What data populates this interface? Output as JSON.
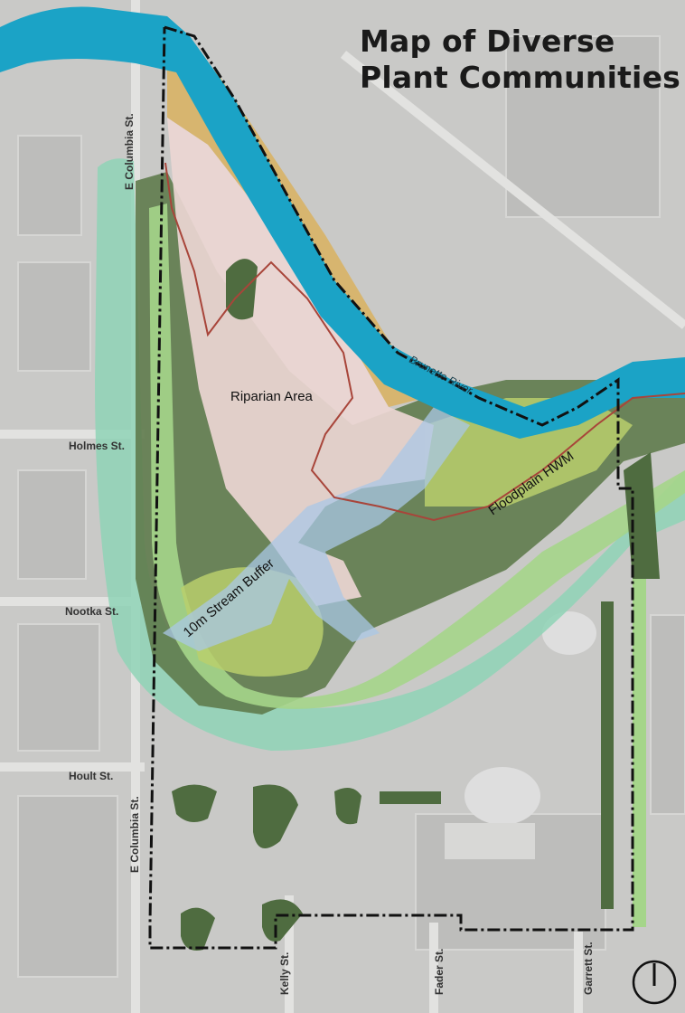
{
  "title": {
    "line1": "Map of Diverse",
    "line2": "Plant Communities"
  },
  "labels": {
    "riparian": "Riparian Area",
    "creek": "Brunette River",
    "floodplain": "Floodplain HWM",
    "buffer": "10m Stream Buffer"
  },
  "streets": {
    "e_columbia_top": "E Columbia St.",
    "e_columbia_bottom": "E Columbia St.",
    "holmes": "Holmes St.",
    "nootka": "Nootka St.",
    "hoult": "Hoult St.",
    "kelly": "Kelly St.",
    "fader": "Fader St.",
    "garrett": "Garrett St."
  },
  "icons": {
    "north_arrow": "north-arrow-icon"
  },
  "colors": {
    "river": "#1ba3c6",
    "dark_green": "#5f7b4c",
    "light_green": "#a5d58a",
    "aqua_buffer": "#8fd3b6",
    "orange": "#d9b15f",
    "pink": "#ecd6d3",
    "yellow_green": "#b8cf6c",
    "hwm_line": "#a8453a",
    "boundary": "#111111"
  }
}
